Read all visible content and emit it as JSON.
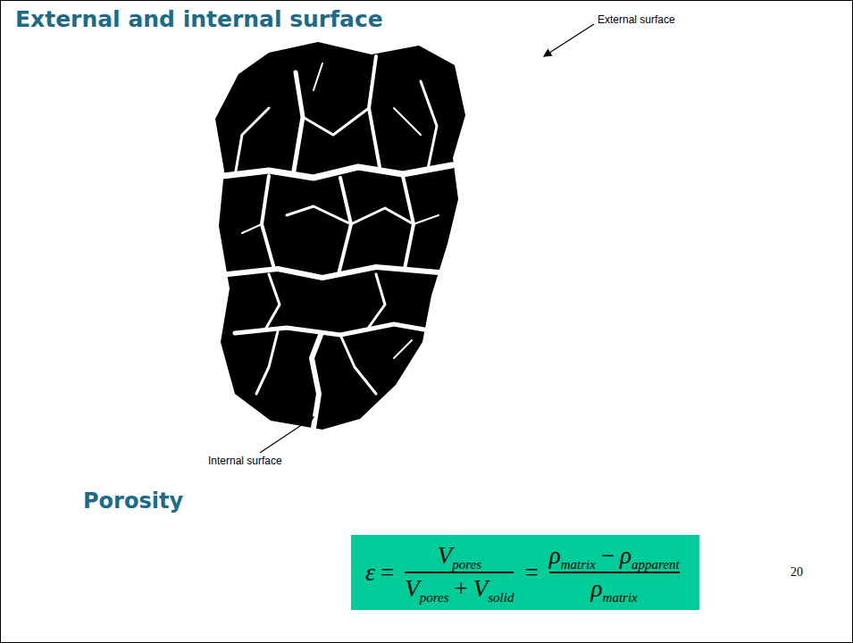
{
  "diagram": {
    "title": "External and internal surface",
    "nodes": [
      {
        "text": [
          "ε",
          "=",
          "V",
          "pores",
          "V",
          "pores",
          "+",
          "V",
          "solid",
          "=",
          "ρ",
          "matrix",
          "−",
          "ρ",
          "apparent",
          "ρ",
          "matrix"
        ]
      }
    ],
    "labels": [
      "External surface",
      "Internal surface",
      "Porosity",
      "20"
    ]
  }
}
